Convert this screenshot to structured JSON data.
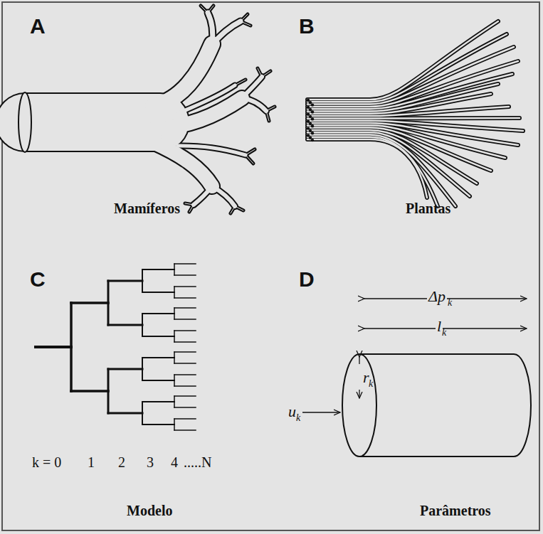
{
  "diagram": {
    "labels": [
      "A",
      "B",
      "C",
      "D",
      "Mamíferos",
      "Plantas",
      "Modelo",
      "Parâmetros",
      "k = 0",
      "1",
      "2",
      "3",
      "4",
      ".....N",
      "Δp",
      "k",
      "l",
      "k",
      "r",
      "k",
      "u",
      "k"
    ]
  }
}
